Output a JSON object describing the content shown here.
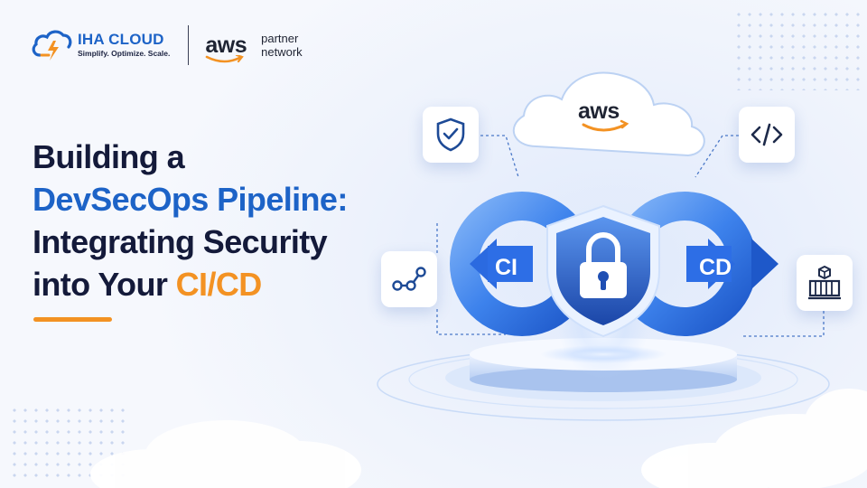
{
  "brand": {
    "name": "IHA CLOUD",
    "tagline": "Simplify. Optimize. Scale."
  },
  "partner": {
    "aws": "aws",
    "line1": "partner",
    "line2": "network"
  },
  "headline": {
    "line1": "Building a",
    "line2": "DevSecOps Pipeline:",
    "line3": "Integrating Security",
    "line4_prefix": "into Your ",
    "line4_highlight": "CI/CD"
  },
  "illustration": {
    "cloud_label": "aws",
    "ci_label": "CI",
    "cd_label": "CD",
    "code_icon_text": "</>",
    "icons": [
      "shield-check-icon",
      "code-icon",
      "workflow-icon",
      "container-icon",
      "padlock-icon",
      "cloud-icon"
    ]
  },
  "colors": {
    "navy": "#141a3a",
    "brand_blue": "#1d63c7",
    "accent_orange": "#f39223"
  }
}
